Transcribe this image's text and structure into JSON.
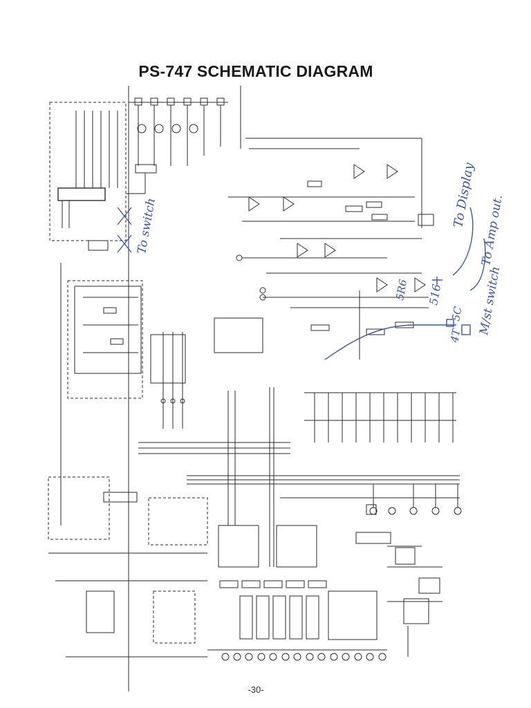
{
  "document": {
    "title": "PS-747 SCHEMATIC DIAGRAM",
    "page_number": "-30-"
  },
  "handwritten": {
    "to_switch": "To switch",
    "to_display": "To Display",
    "to_amp_out": "To Amp out.",
    "m_st_switch": "M/st switch",
    "label_516": "516",
    "label_5r6": "5R6",
    "label_5c": "5C",
    "label_4t": "4T"
  },
  "colors": {
    "ink": "#2a2a2a",
    "handwriting": "#3a57a8",
    "paper": "#ffffff"
  }
}
